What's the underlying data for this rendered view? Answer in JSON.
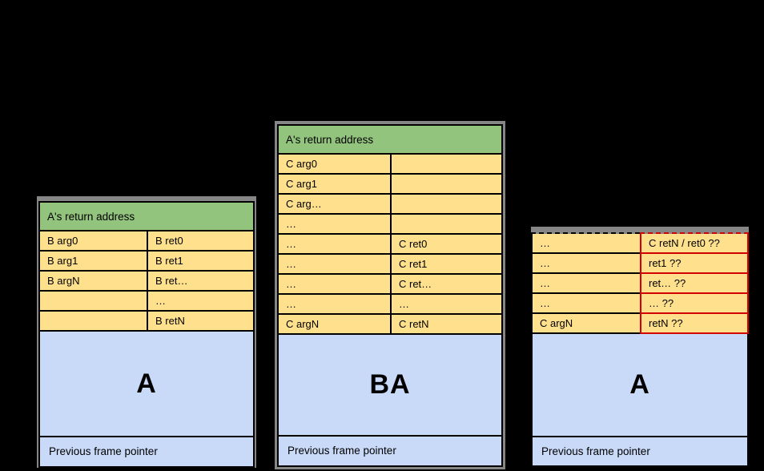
{
  "palette": {
    "background": "#000000",
    "header_green": "#93c47d",
    "cell_yellow": "#ffe08c",
    "frame_blue": "#c9daf8",
    "border_black": "#000000",
    "border_red": "#d40000",
    "shadow_gray": "#868686"
  },
  "stacks": [
    {
      "id": "stack-b-frame",
      "header": "A's return address",
      "rows": [
        {
          "left": "B arg0",
          "right": "B ret0"
        },
        {
          "left": "B arg1",
          "right": "B ret1"
        },
        {
          "left": "B argN",
          "right": "B ret…"
        },
        {
          "left": "",
          "right": "…"
        },
        {
          "left": "",
          "right": "B retN"
        }
      ],
      "frame_label": "A",
      "footer": "Previous frame pointer"
    },
    {
      "id": "stack-ba-frame",
      "header": "A's return address",
      "rows": [
        {
          "left": "C arg0",
          "right": ""
        },
        {
          "left": "C arg1",
          "right": ""
        },
        {
          "left": "C arg…",
          "right": ""
        },
        {
          "left": "…",
          "right": ""
        },
        {
          "left": "…",
          "right": "C ret0"
        },
        {
          "left": "…",
          "right": "C ret1"
        },
        {
          "left": "…",
          "right": "C ret…"
        },
        {
          "left": "…",
          "right": "…"
        },
        {
          "left": "C argN",
          "right": "C retN"
        }
      ],
      "frame_label": "BA",
      "footer": "Previous frame pointer"
    },
    {
      "id": "stack-tail-call-frame",
      "rows": [
        {
          "left": "…",
          "right": "C retN / ret0 ??"
        },
        {
          "left": "…",
          "right": "ret1 ??"
        },
        {
          "left": "…",
          "right": "ret… ??"
        },
        {
          "left": "…",
          "right": "… ??"
        },
        {
          "left": "C argN",
          "right": "retN ??"
        }
      ],
      "frame_label": "A",
      "footer": "Previous frame pointer"
    }
  ]
}
